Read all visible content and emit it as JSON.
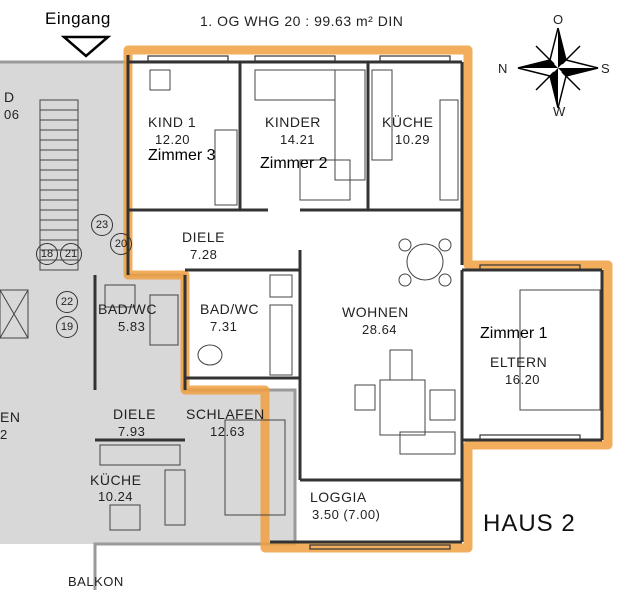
{
  "title": "1. OG WHG 20 : 99.63 m² DIN",
  "entrance": "Eingang",
  "house": "HAUS 2",
  "compass": {
    "n": "N",
    "s": "S",
    "o": "O",
    "w": "W"
  },
  "rooms": {
    "kind1": {
      "name": "KIND 1",
      "area": "12.20",
      "note": "Zimmer 3"
    },
    "kinder": {
      "name": "KINDER",
      "area": "14.21",
      "note": "Zimmer 2"
    },
    "kueche": {
      "name": "KÜCHE",
      "area": "10.29"
    },
    "diele": {
      "name": "DIELE",
      "area": "7.28"
    },
    "bad": {
      "name": "BAD/WC",
      "area": "7.31"
    },
    "wohnen": {
      "name": "WOHNEN",
      "area": "28.64"
    },
    "eltern": {
      "name": "ELTERN",
      "area": "16.20",
      "note": "Zimmer 1"
    },
    "loggia": {
      "name": "LOGGIA",
      "area": "3.50 (7.00)"
    }
  },
  "neighbor": {
    "room_top_left": {
      "name": "D",
      "area": "06"
    },
    "bad": {
      "name": "BAD/WC",
      "area": "5.83"
    },
    "diele": {
      "name": "DIELE",
      "area": "7.93"
    },
    "schlafen": {
      "name": "SCHLAFEN",
      "area": "12.63"
    },
    "kueche": {
      "name": "KÜCHE",
      "area": "10.24"
    },
    "left_room": {
      "name": "EN",
      "area": "2"
    },
    "balkon": "BALKON"
  },
  "markers": [
    "23",
    "20",
    "18",
    "21",
    "22",
    "19"
  ],
  "colors": {
    "apartment_outline": "#f0a040",
    "neighbor_fill": "#d8d8d8",
    "wall": "#333333"
  }
}
